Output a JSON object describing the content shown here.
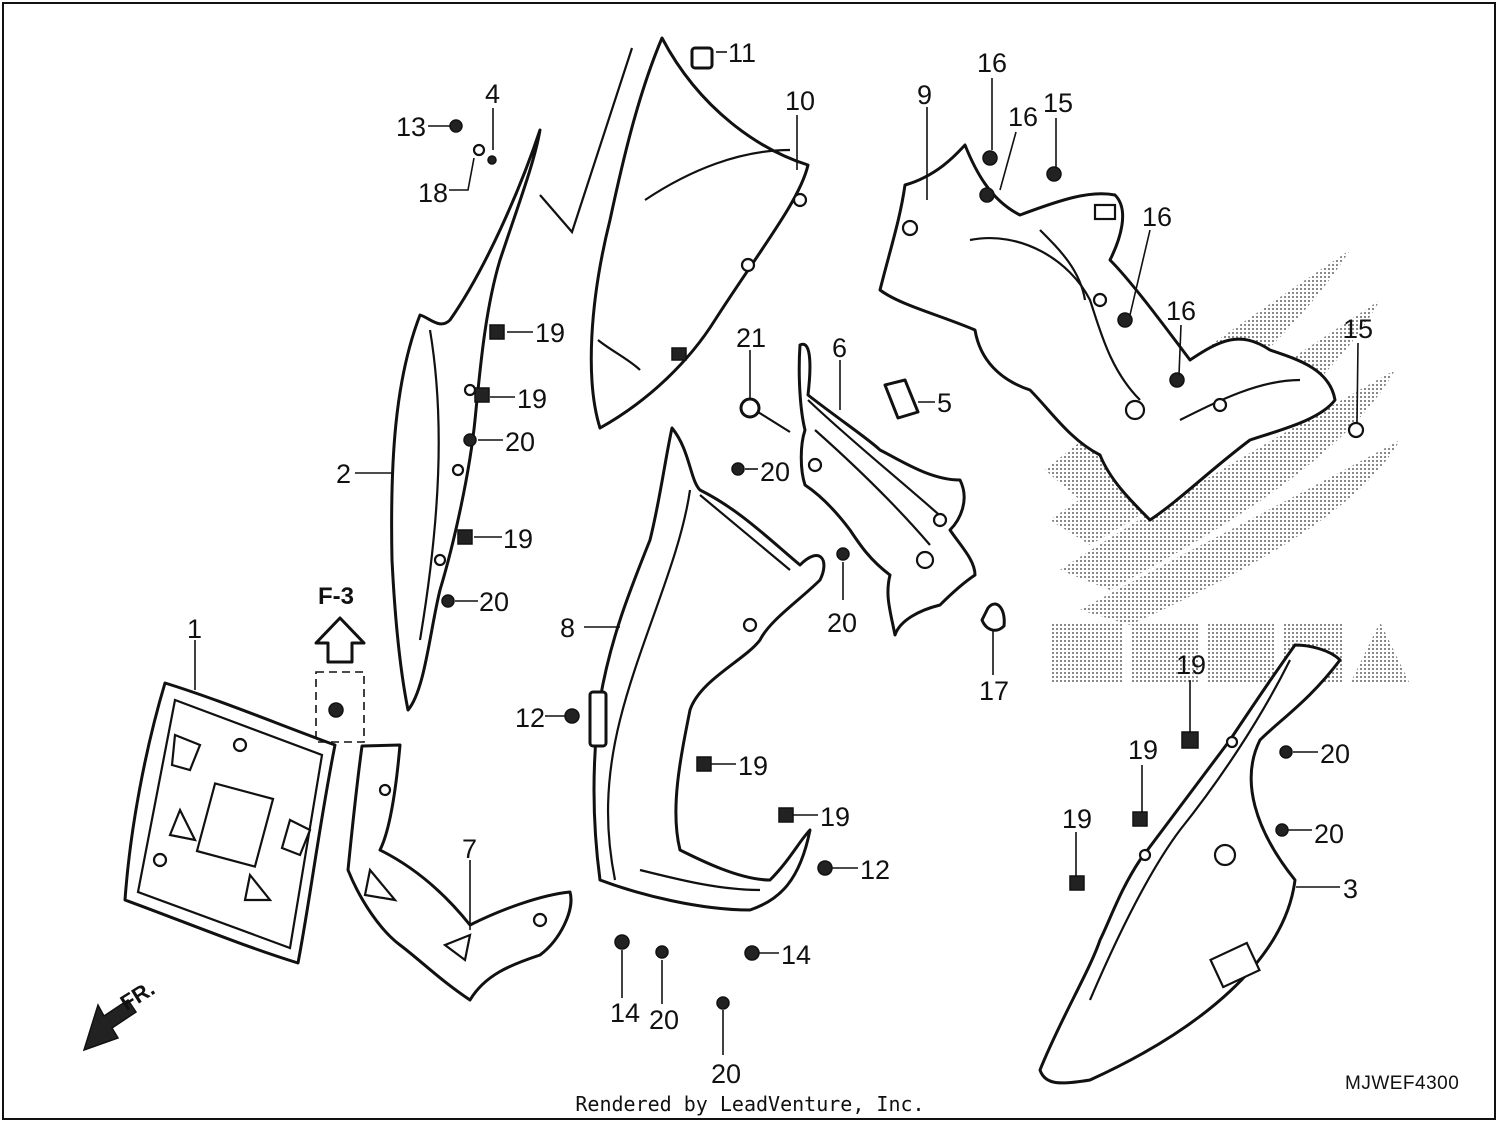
{
  "diagram": {
    "diagram_code": "MJWEF4300",
    "credit": "Rendered by LeadVenture, Inc.",
    "section_ref": "F-3",
    "front_marker": "FR.",
    "watermark_text": "HONDA",
    "callouts": [
      "1",
      "2",
      "3",
      "4",
      "5",
      "6",
      "7",
      "8",
      "9",
      "10",
      "11",
      "12",
      "13",
      "14",
      "15",
      "16",
      "17",
      "18",
      "19",
      "20",
      "21"
    ],
    "colors": {
      "line": "#111111",
      "background": "#ffffff",
      "watermark": "#9a9a9a"
    }
  }
}
